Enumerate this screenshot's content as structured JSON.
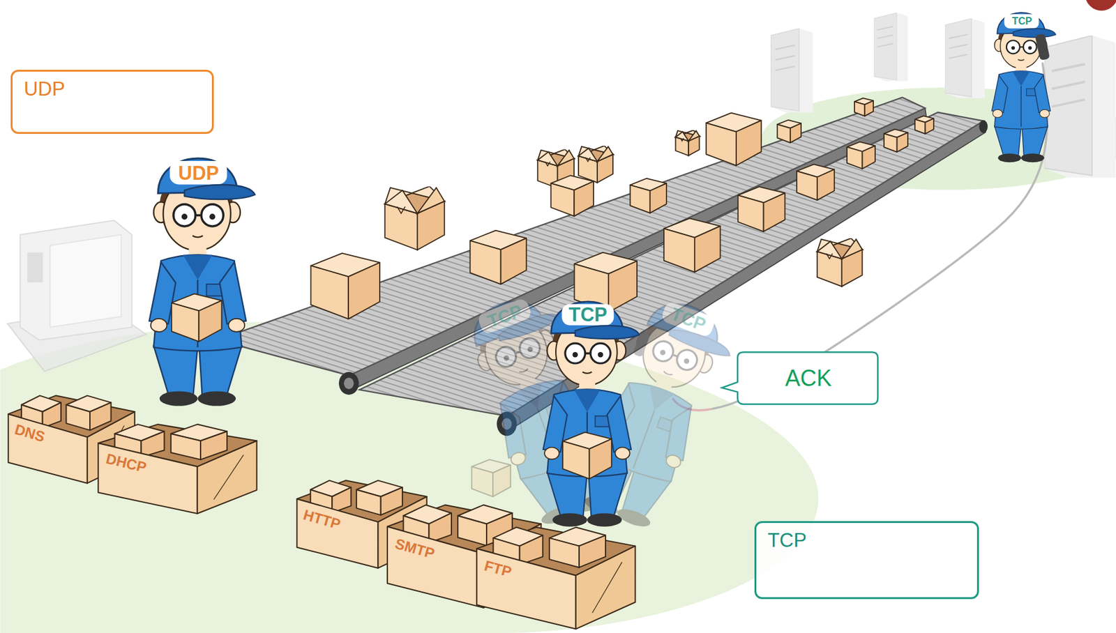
{
  "diagram": {
    "nodes": [
      {
        "text": [
          "UDP"
        ]
      },
      {
        "text": [
          "ACK"
        ]
      },
      {
        "text": [
          "DNS"
        ]
      },
      {
        "text": [
          "DHCP"
        ]
      },
      {
        "text": [
          "HTTP"
        ]
      },
      {
        "text": [
          "TCP"
        ]
      },
      {
        "text": [
          "SMTP"
        ]
      },
      {
        "text": [
          "FTP"
        ]
      }
    ],
    "labels": [
      "TCP",
      "UDP",
      "TCP",
      "TCP",
      "TCP"
    ]
  }
}
